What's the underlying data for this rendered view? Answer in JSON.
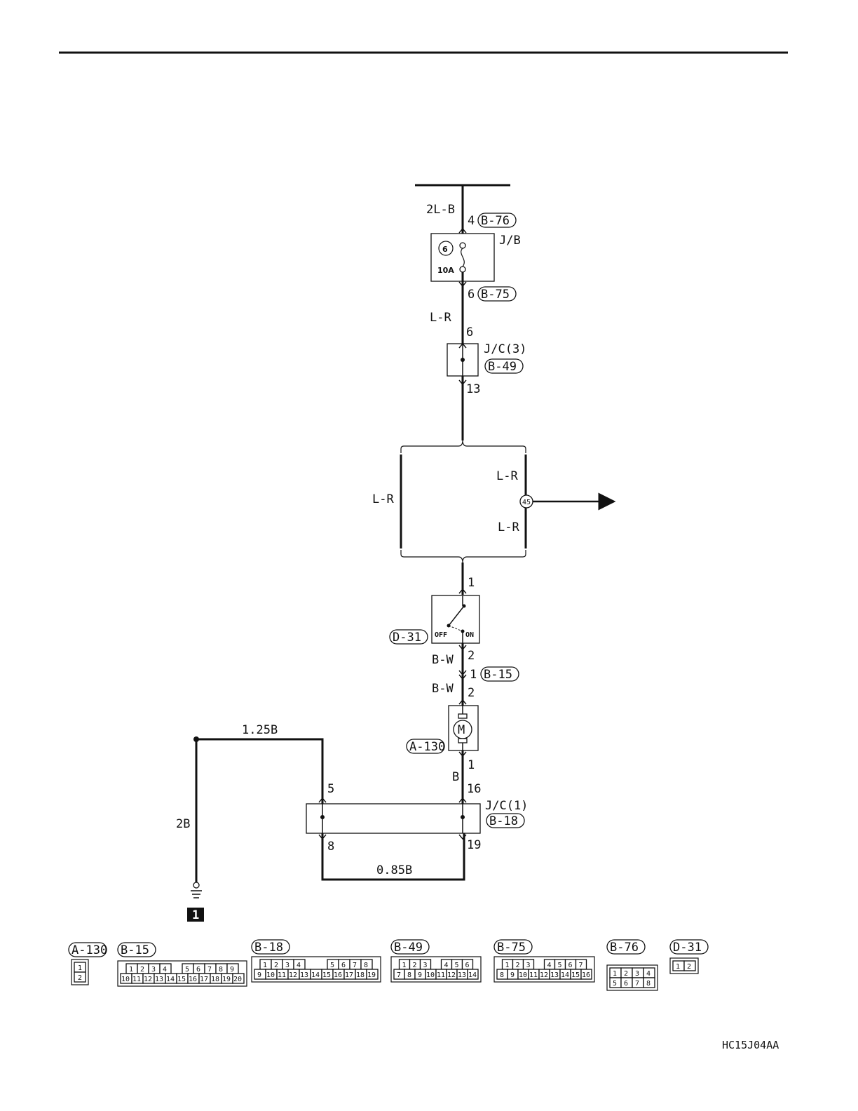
{
  "wires": {
    "top_color": "2L-B",
    "jb_lr": "L-R",
    "bundle_left": "L-R",
    "bundle_right_top": "L-R",
    "bundle_right_bottom": "L-R",
    "switch_out_1": "B-W",
    "switch_out_2": "B-W",
    "motor_ground": "B",
    "ground_125": "1.25B",
    "ground_2b": "2B",
    "ground_085": "0.85B"
  },
  "components": {
    "junction_block": "J/B",
    "fuse_number": "6",
    "fuse_rating": "10A",
    "jc3": "J/C(3)",
    "jc1": "J/C(1)",
    "switch_off": "OFF",
    "switch_on": "ON",
    "motor_symbol": "M",
    "offpage_ref": "45",
    "ground_point": "1"
  },
  "connectors": {
    "b76": "B-76",
    "b75": "B-75",
    "b49": "B-49",
    "d31": "D-31",
    "b15": "B-15",
    "a130": "A-130",
    "b18": "B-18"
  },
  "pins": {
    "b76_pin": "4",
    "b75_pin": "6",
    "jc3_in": "6",
    "jc3_out": "13",
    "sw_in": "1",
    "sw_out": "2",
    "b15_pin": "1",
    "motor_in": "2",
    "motor_out": "1",
    "jc1_16": "16",
    "jc1_5": "5",
    "jc1_8": "8",
    "jc1_19": "19"
  },
  "legend": [
    {
      "label": "A-130",
      "rows": [
        [
          "1"
        ],
        [
          "2"
        ]
      ]
    },
    {
      "label": "B-15",
      "rows": [
        [
          "1",
          "2",
          "3",
          "4",
          "",
          "5",
          "6",
          "7",
          "8",
          "9"
        ],
        [
          "10",
          "11",
          "12",
          "13",
          "14",
          "15",
          "16",
          "17",
          "18",
          "19",
          "20"
        ]
      ]
    },
    {
      "label": "B-18",
      "rows": [
        [
          "1",
          "2",
          "3",
          "4",
          "",
          "",
          "5",
          "6",
          "7",
          "8"
        ],
        [
          "9",
          "10",
          "11",
          "12",
          "13",
          "14",
          "15",
          "16",
          "17",
          "18",
          "19"
        ]
      ]
    },
    {
      "label": "B-49",
      "rows": [
        [
          "1",
          "2",
          "3",
          "",
          "4",
          "5",
          "6"
        ],
        [
          "7",
          "8",
          "9",
          "10",
          "11",
          "12",
          "13",
          "14"
        ]
      ]
    },
    {
      "label": "B-75",
      "rows": [
        [
          "1",
          "2",
          "3",
          "",
          "4",
          "5",
          "6",
          "7"
        ],
        [
          "8",
          "9",
          "10",
          "11",
          "12",
          "13",
          "14",
          "15",
          "16"
        ]
      ]
    },
    {
      "label": "B-76",
      "rows": [
        [
          "1",
          "2",
          "3",
          "4"
        ],
        [
          "5",
          "6",
          "7",
          "8"
        ]
      ]
    },
    {
      "label": "D-31",
      "rows": [
        [
          "1",
          "2"
        ]
      ]
    }
  ],
  "drawing_code": "HC15J04AA"
}
